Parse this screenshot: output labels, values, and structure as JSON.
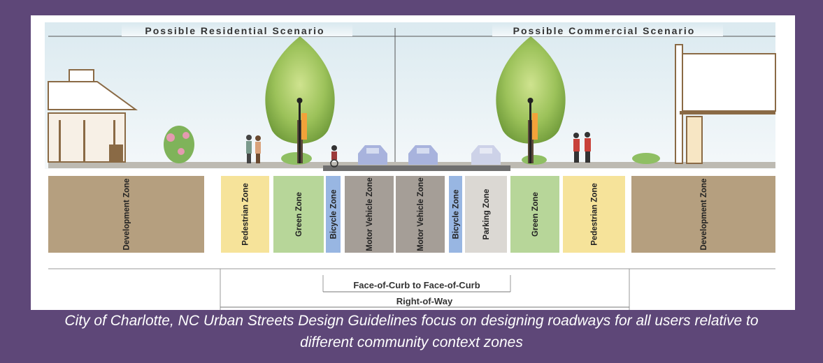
{
  "scenarios": {
    "residential": "Possible Residential Scenario",
    "commercial": "Possible Commercial Scenario"
  },
  "zones": [
    {
      "label": "Development Zone",
      "color": "#b59f7f"
    },
    {
      "label": "Pedestrian Zone",
      "color": "#f6e39a"
    },
    {
      "label": "Green Zone",
      "color": "#b7d699"
    },
    {
      "label": "Bicycle Zone",
      "color": "#98b6e2"
    },
    {
      "label": "Motor Vehicle Zone",
      "color": "#a59e97"
    },
    {
      "label": "Motor Vehicle Zone",
      "color": "#a59e97"
    },
    {
      "label": "Bicycle Zone",
      "color": "#98b6e2"
    },
    {
      "label": "Parking Zone",
      "color": "#dbd8d3"
    },
    {
      "label": "Green Zone",
      "color": "#b7d699"
    },
    {
      "label": "Pedestrian Zone",
      "color": "#f6e39a"
    },
    {
      "label": "Development Zone",
      "color": "#b59f7f"
    }
  ],
  "dimensions": {
    "face_of_curb": "Face-of-Curb to Face-of-Curb",
    "right_of_way": "Right-of-Way"
  },
  "caption": {
    "line1": "City of Charlotte, NC Urban Streets Design Guidelines focus on designing roadways for all users relative to",
    "line2": "different community context zones"
  },
  "colors": {
    "frame": "#5e4778",
    "sky": "#e3eef2",
    "tree": "#9cc25a",
    "car": "#a8b3dd",
    "lamp_banner": "#f2a23a"
  },
  "icons": [
    "house-icon",
    "shrub-icon",
    "tree-icon",
    "street-lamp-icon",
    "pedestrian-icon",
    "cyclist-icon",
    "car-icon",
    "commercial-building-icon"
  ]
}
